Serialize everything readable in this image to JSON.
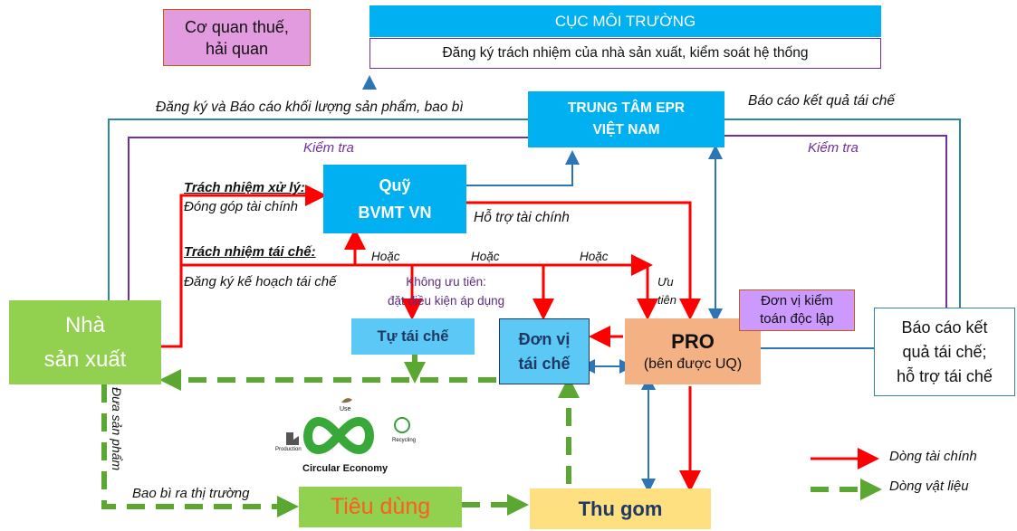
{
  "boxes": {
    "tax": "Cơ quan thuế,\nhải quan",
    "cuc_title": "CỤC MÔI TRƯỜNG",
    "cuc_sub": "Đăng ký trách nhiệm của nhà sản xuất, kiểm soát hệ thống",
    "epr": "TRUNG TÂM EPR\nVIỆT NAM",
    "quy": "Quỹ\nBVMT VN",
    "producer": "Nhà\nsản xuất",
    "tutaiche": "Tự tái chế",
    "donvi": "Đơn vị\ntái chế",
    "pro_title": "PRO",
    "pro_sub": "(bên được UQ)",
    "audit": "Đơn vị kiểm\ntoán độc lập",
    "report": "Báo cáo kết\nquả tái chế;\nhỗ trợ tái chế",
    "tieudung": "Tiêu dùng",
    "thugom": "Thu gom"
  },
  "labels": {
    "dangky_baocao": "Đăng ký và Báo cáo khối lượng sản phẩm, bao bì",
    "baocao_ketqua": "Báo cáo kết quả tái chế",
    "kiemtra_left": "Kiểm tra",
    "kiemtra_right": "Kiểm tra",
    "tn_xuly": "Trách nhiệm xử lý:",
    "dong_gop": "Đóng góp tài chính",
    "ho_tro": "Hỗ trợ tài chính",
    "tn_taiche": "Trách nhiệm tái chế:",
    "dangky_kehoach": "Đăng ký kế hoạch tái chế",
    "hoac1": "Hoặc",
    "hoac2": "Hoặc",
    "hoac3": "Hoặc",
    "khong_uu_tien": "Không ưu tiên:\nđặt điều kiện áp dụng",
    "uu_tien": "Ưu\ntiên",
    "dua_san_pham": "Đưa sản phẩm",
    "bao_bi": "Bao bì ra thị trường",
    "legend_fin": "Dòng tài chính",
    "legend_mat": "Dòng vật liệu"
  },
  "logo": {
    "use": "Use",
    "production": "Production",
    "recycling": "Recycling",
    "caption": "Circular Economy"
  },
  "colors": {
    "finance": "#ff0000",
    "material": "#5aa832",
    "epr_blue": "#00b0f0",
    "producer_green": "#92d050",
    "pro_orange": "#f4b183",
    "audit_purple": "#cc99ff",
    "tax_pink": "#e39be0",
    "collect_yellow": "#ffe080",
    "line_teal": "#2e75b6",
    "line_purple": "#7030a0"
  }
}
